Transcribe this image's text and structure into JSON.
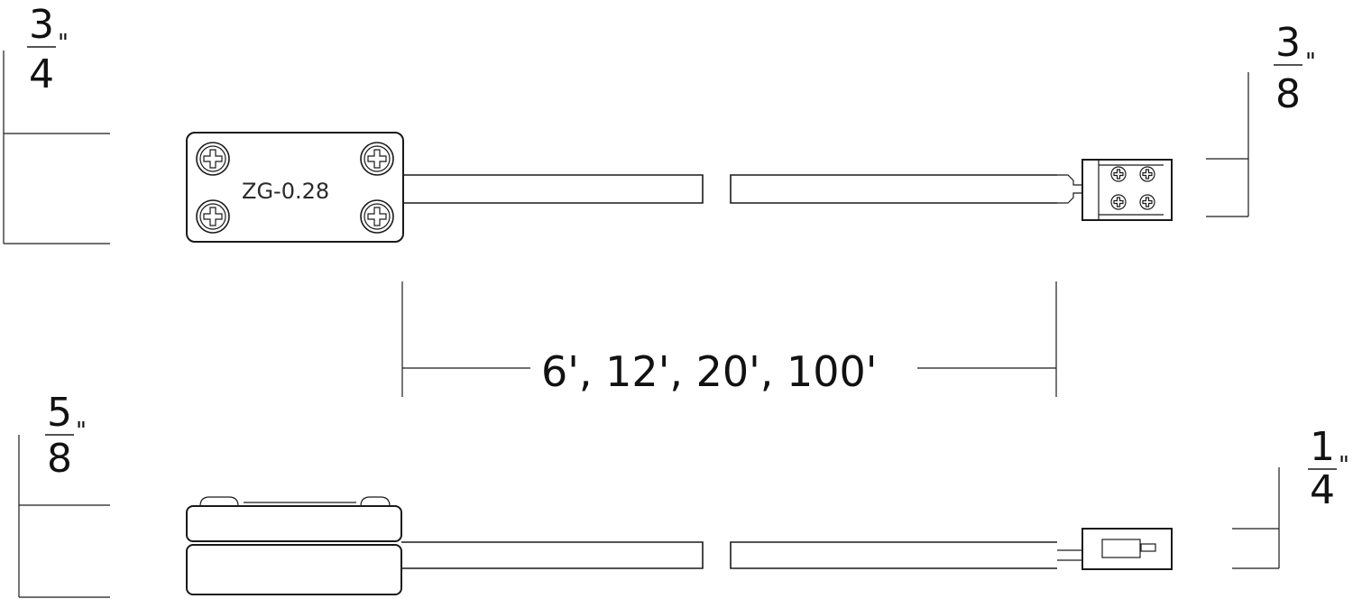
{
  "diagram": {
    "model_label": "ZG-0.28",
    "length_options": "6', 12', 20', 100'",
    "dimensions": {
      "top_left": {
        "numerator": "3",
        "denominator": "4",
        "unit": "\""
      },
      "top_right": {
        "numerator": "3",
        "denominator": "8",
        "unit": "\""
      },
      "bottom_left": {
        "numerator": "5",
        "denominator": "8",
        "unit": "\""
      },
      "bottom_right": {
        "numerator": "1",
        "denominator": "4",
        "unit": "\""
      }
    }
  }
}
